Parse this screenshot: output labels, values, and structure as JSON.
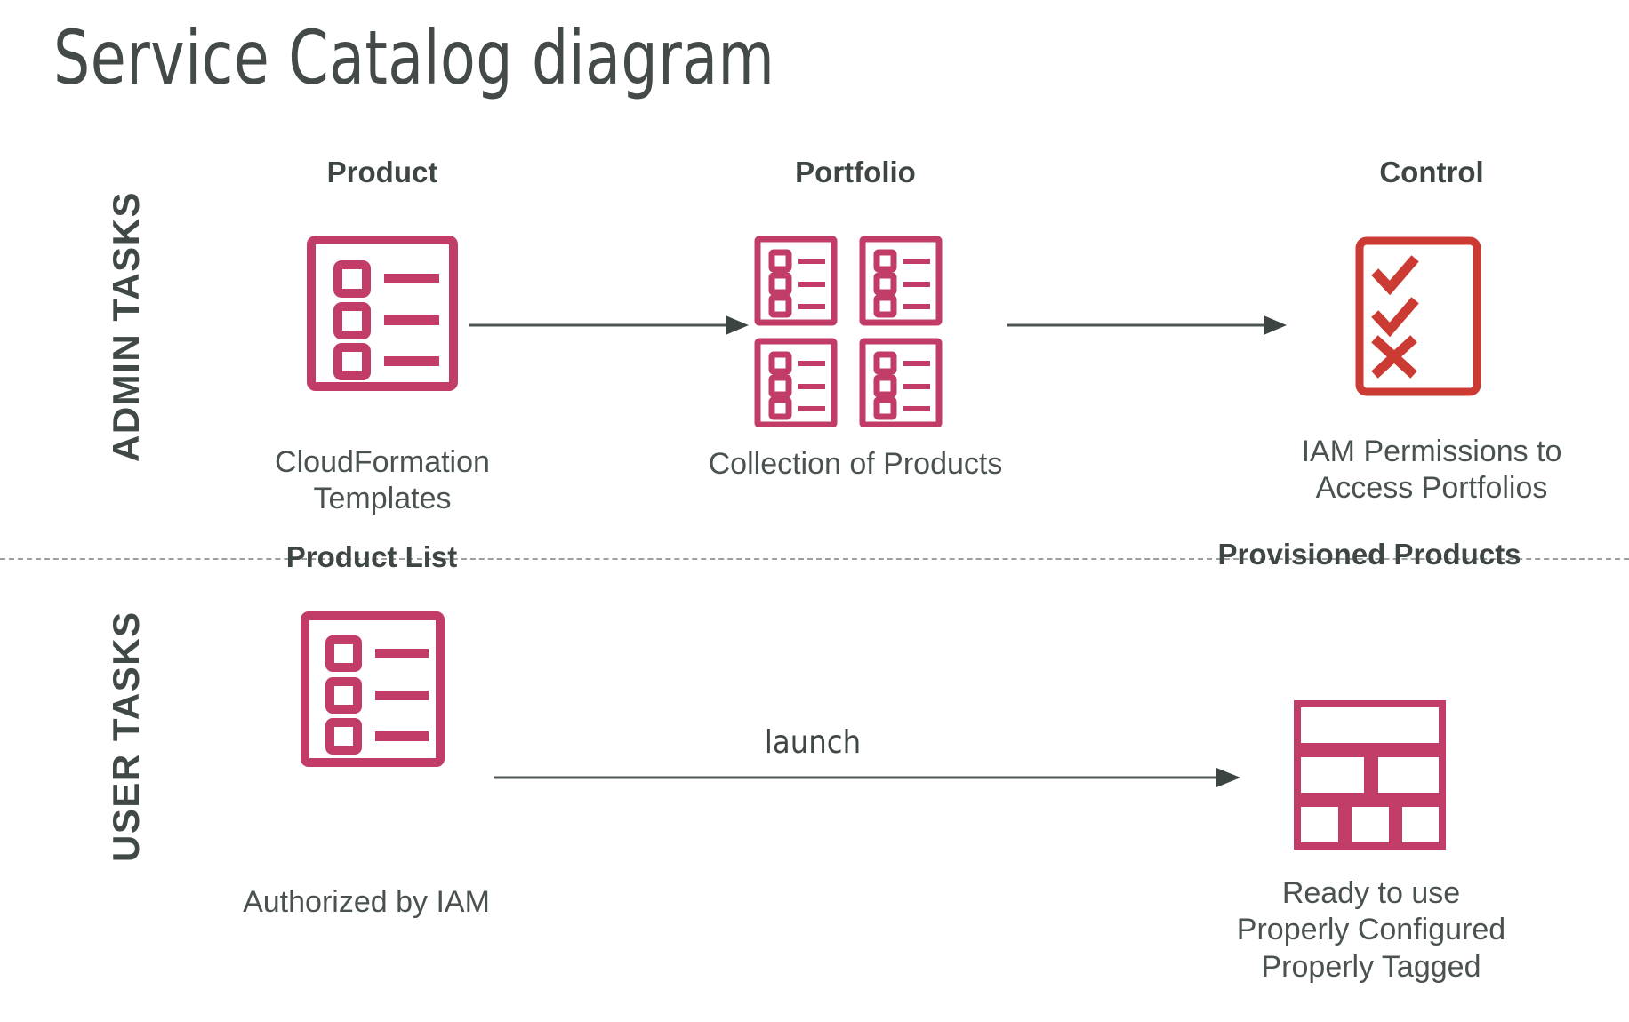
{
  "page": {
    "title": "Service Catalog diagram",
    "background": "#ffffff"
  },
  "colors": {
    "accent_crimson": "#C23C68",
    "accent_red": "#CC3B33",
    "text_dark": "#414947",
    "arrow_gray": "#4d5553",
    "divider_gray": "#9aa0a0"
  },
  "bands": [
    {
      "id": "admin",
      "label": "ADMIN TASKS"
    },
    {
      "id": "user",
      "label": "USER TASKS"
    }
  ],
  "divider": {
    "style": "dashed"
  },
  "admin_row": {
    "nodes": [
      {
        "id": "product",
        "heading": "Product",
        "caption": "CloudFormation\nTemplates",
        "icon": "product-list-icon",
        "icon_color": "#C23C68"
      },
      {
        "id": "portfolio",
        "heading": "Portfolio",
        "caption": "Collection of Products",
        "icon": "portfolio-grid-icon",
        "icon_color": "#C23C68"
      },
      {
        "id": "control",
        "heading": "Control",
        "caption": "IAM Permissions to\nAccess Portfolios",
        "icon": "control-checklist-icon",
        "icon_color": "#CC3B33"
      }
    ],
    "arrows": [
      {
        "id": "product-to-portfolio",
        "label": ""
      },
      {
        "id": "portfolio-to-control",
        "label": ""
      }
    ]
  },
  "user_row": {
    "nodes": [
      {
        "id": "product-list",
        "heading": "Product List",
        "caption": "Authorized by IAM",
        "icon": "product-list-icon",
        "icon_color": "#C23C68"
      },
      {
        "id": "provisioned-products",
        "heading": "Provisioned Products",
        "caption": "Ready to use\nProperly Configured\nProperly Tagged",
        "icon": "provisioned-blocks-icon",
        "icon_color": "#C23C68"
      }
    ],
    "arrows": [
      {
        "id": "launch-arrow",
        "label": "launch"
      }
    ]
  }
}
